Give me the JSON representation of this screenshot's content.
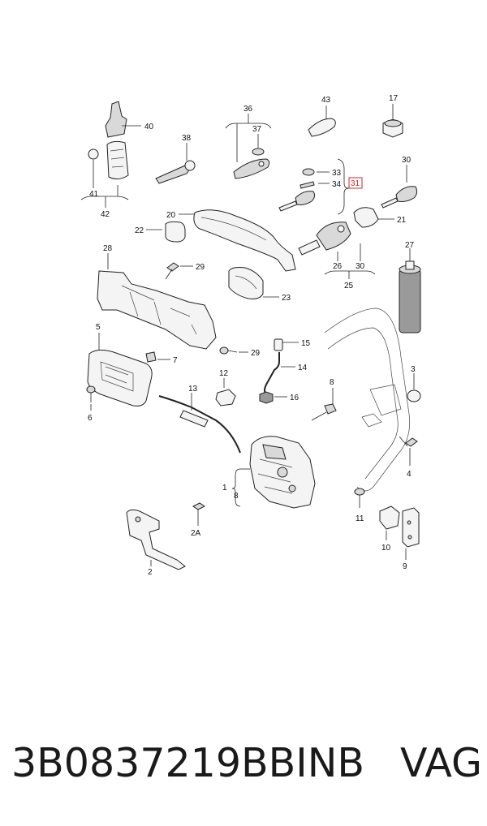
{
  "caption": {
    "part_number": "3B0837219BBINB",
    "brand": "VAG"
  },
  "diagram": {
    "highlight_color": "#d8232a",
    "callouts": {
      "c1": "1",
      "c2": "2",
      "c2a": "2A",
      "c3": "3",
      "c4": "4",
      "c5": "5",
      "c6": "6",
      "c7": "7",
      "c8a": "8",
      "c8b": "8",
      "c9": "9",
      "c10": "10",
      "c11": "11",
      "c12": "12",
      "c13": "13",
      "c14": "14",
      "c15": "15",
      "c16": "16",
      "c17": "17",
      "c20": "20",
      "c21": "21",
      "c22": "22",
      "c23": "23",
      "c25": "25",
      "c26": "26",
      "c27": "27",
      "c28": "28",
      "c29a": "29",
      "c29b": "29",
      "c30a": "30",
      "c30b": "30",
      "c31": "31",
      "c33": "33",
      "c34": "34",
      "c36": "36",
      "c37": "37",
      "c38": "38",
      "c40": "40",
      "c41": "41",
      "c42": "42",
      "c43": "43"
    }
  }
}
